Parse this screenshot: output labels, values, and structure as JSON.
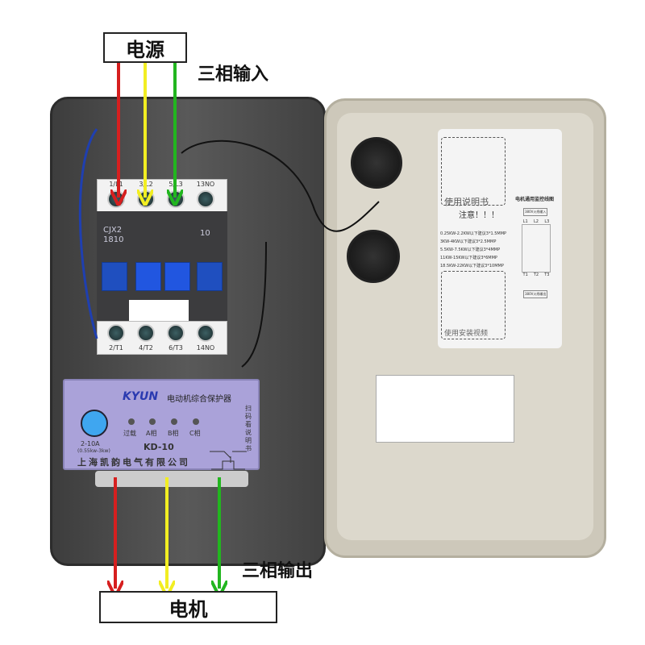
{
  "labels": {
    "power": "电源",
    "input": "三相输入",
    "output": "三相输出",
    "motor": "电机"
  },
  "wire_colors": {
    "l1": "#d61f1f",
    "l2": "#f2ee22",
    "l3": "#22b61f"
  },
  "contactor": {
    "model": "CJX2",
    "rating": "1810",
    "aux": "10",
    "top_terminals": [
      "1/L1",
      "3/L2",
      "5/L3",
      "13NO"
    ],
    "bottom_terminals": [
      "2/T1",
      "4/T2",
      "6/T3",
      "14NO"
    ]
  },
  "protector": {
    "brand": "KYUN",
    "title": "电动机综合保护器",
    "range": "2-10A",
    "power_range": "(0.55kw-3kw)",
    "indicators": [
      "过载",
      "A相",
      "B相",
      "C相"
    ],
    "model": "KD-10",
    "maker": "上海凯韵电气有限公司",
    "scan_hint": "扫码看说明书"
  },
  "manual": {
    "title": "使用说明书",
    "notice": "注意！！！",
    "video": "使用安装视频",
    "diagram_title": "电机通用监控线图",
    "in_label": "380V火线输入",
    "out_label": "380V火线输出",
    "in_terms": [
      "L1",
      "L2",
      "L3"
    ],
    "out_terms": [
      "T1",
      "T2",
      "T3"
    ],
    "lines": [
      "0.25KW-2.2KW以下建议3*1.5MMP",
      "3KW-4KW以下建议3*2.5MMP",
      "5.5KW-7.5KW以下建议3*4MMP",
      "11KW-15KW以下建议3*6MMP",
      "18.5KW-22KW以下建议3*10MMP"
    ]
  }
}
